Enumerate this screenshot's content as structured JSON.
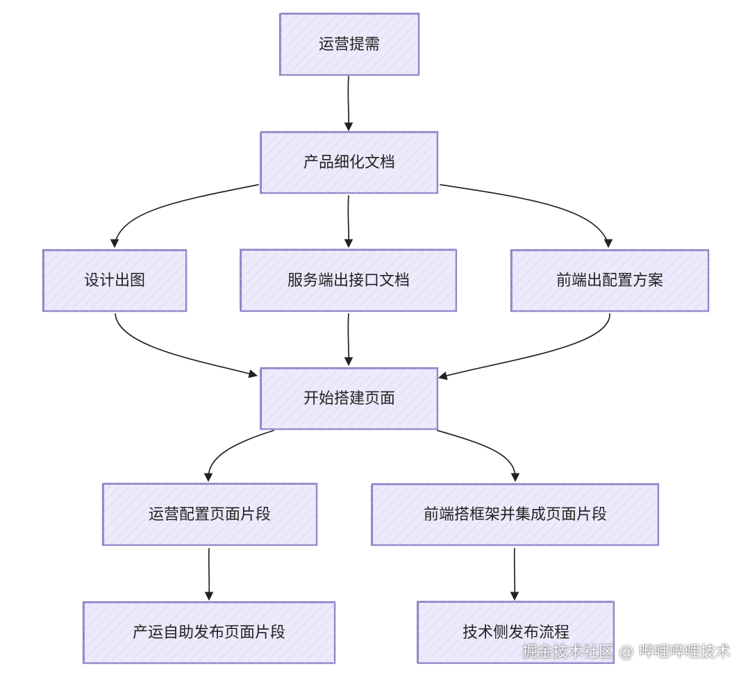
{
  "nodes": [
    {
      "id": "n1",
      "label": "运营提需"
    },
    {
      "id": "n2",
      "label": "产品细化文档"
    },
    {
      "id": "n3",
      "label": "设计出图"
    },
    {
      "id": "n4",
      "label": "服务端出接口文档"
    },
    {
      "id": "n5",
      "label": "前端出配置方案"
    },
    {
      "id": "n6",
      "label": "开始搭建页面"
    },
    {
      "id": "n7",
      "label": "运营配置页面片段"
    },
    {
      "id": "n8",
      "label": "前端搭框架并集成页面片段"
    },
    {
      "id": "n9",
      "label": "产运自助发布页面片段"
    },
    {
      "id": "n10",
      "label": "技术侧发布流程"
    }
  ],
  "edges": [
    {
      "from": "n1",
      "to": "n2"
    },
    {
      "from": "n2",
      "to": "n3"
    },
    {
      "from": "n2",
      "to": "n4"
    },
    {
      "from": "n2",
      "to": "n5"
    },
    {
      "from": "n3",
      "to": "n6"
    },
    {
      "from": "n4",
      "to": "n6"
    },
    {
      "from": "n5",
      "to": "n6"
    },
    {
      "from": "n6",
      "to": "n7"
    },
    {
      "from": "n6",
      "to": "n8"
    },
    {
      "from": "n7",
      "to": "n9"
    },
    {
      "from": "n8",
      "to": "n10"
    }
  ],
  "watermark": "掘金技术社区 @ 哔哩哔哩技术",
  "colors": {
    "node_fill": "#ebebfb",
    "node_stroke": "#8e7cc3",
    "edge": "#222222",
    "text": "#222222"
  }
}
